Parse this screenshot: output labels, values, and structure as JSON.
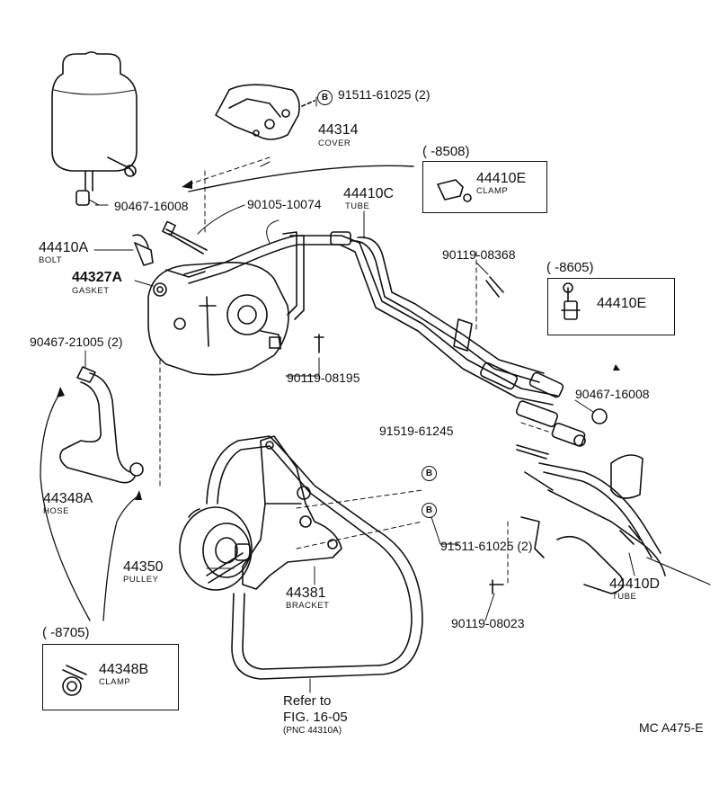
{
  "parts": {
    "p_91511_top": "91511-61025 (2)",
    "p_44314": "44314",
    "p_44314_name": "COVER",
    "p_90467_16008_top": "90467-16008",
    "p_90105": "90105-10074",
    "p_44410c": "44410C",
    "p_44410c_name": "TUBE",
    "p_44410a": "44410A",
    "p_44410a_name": "BOLT",
    "p_44327a": "44327A",
    "p_44327a_name": "GASKET",
    "p_90119_08368": "90119-08368",
    "p_90467_21005": "90467-21005 (2)",
    "p_90119_08195": "90119-08195",
    "p_90467_16008_right": "90467-16008",
    "p_91519": "91519-61245",
    "p_44348a": "44348A",
    "p_44348a_name": "HOSE",
    "p_91511_mid": "91511-61025 (2)",
    "p_44350": "44350",
    "p_44350_name": "PULLEY",
    "p_44381": "44381",
    "p_44381_name": "BRACKET",
    "p_44410d": "44410D",
    "p_44410d_name": "TUBE",
    "p_90119_08023": "90119-08023"
  },
  "markers": {
    "b1": "B",
    "b2": "B",
    "b3": "B"
  },
  "insets": {
    "clamp_a": {
      "range": "(      -8508)",
      "part": "44410E",
      "name": "CLAMP"
    },
    "clamp_b": {
      "range": "(      -8605)",
      "part": "44410E"
    },
    "clamp_c": {
      "range": "(      -8705)",
      "part": "44348B",
      "name": "CLAMP"
    }
  },
  "reference": {
    "line1": "Refer to",
    "line2": "FIG. 16-05",
    "line3": "(PNC 44310A)"
  },
  "figure_code": "MC A475-E"
}
